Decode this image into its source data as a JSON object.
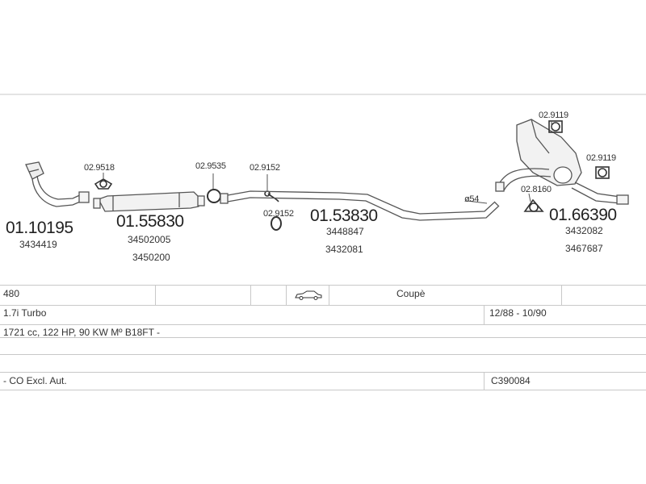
{
  "parts": {
    "p1": {
      "number": "01.10195",
      "oe": [
        "3434419"
      ]
    },
    "p2": {
      "number": "01.55830",
      "oe": [
        "34502005",
        "3450200"
      ]
    },
    "p3": {
      "number": "01.53830",
      "oe": [
        "3448847",
        "3432081"
      ]
    },
    "p4": {
      "number": "01.66390",
      "oe": [
        "3432082",
        "3467687"
      ]
    }
  },
  "accessories": {
    "a1": "02.9518",
    "a2": "02.9535",
    "a3": "02.9152",
    "a4": "02.9152",
    "a5": "02.9119",
    "a6": "02.9119",
    "a7": "02.8160"
  },
  "pipe_diameter": "ø54",
  "vehicle": {
    "model": "480",
    "body": "Coupè",
    "engine": "1.7i Turbo",
    "years": "12/88 - 10/90",
    "spec": "1721 cc, 122 HP, 90 KW Mº B18FT -",
    "note": "- CO Excl. Aut.",
    "code": "C390084"
  },
  "icons": {
    "body_icon": "car-coupe-icon"
  }
}
